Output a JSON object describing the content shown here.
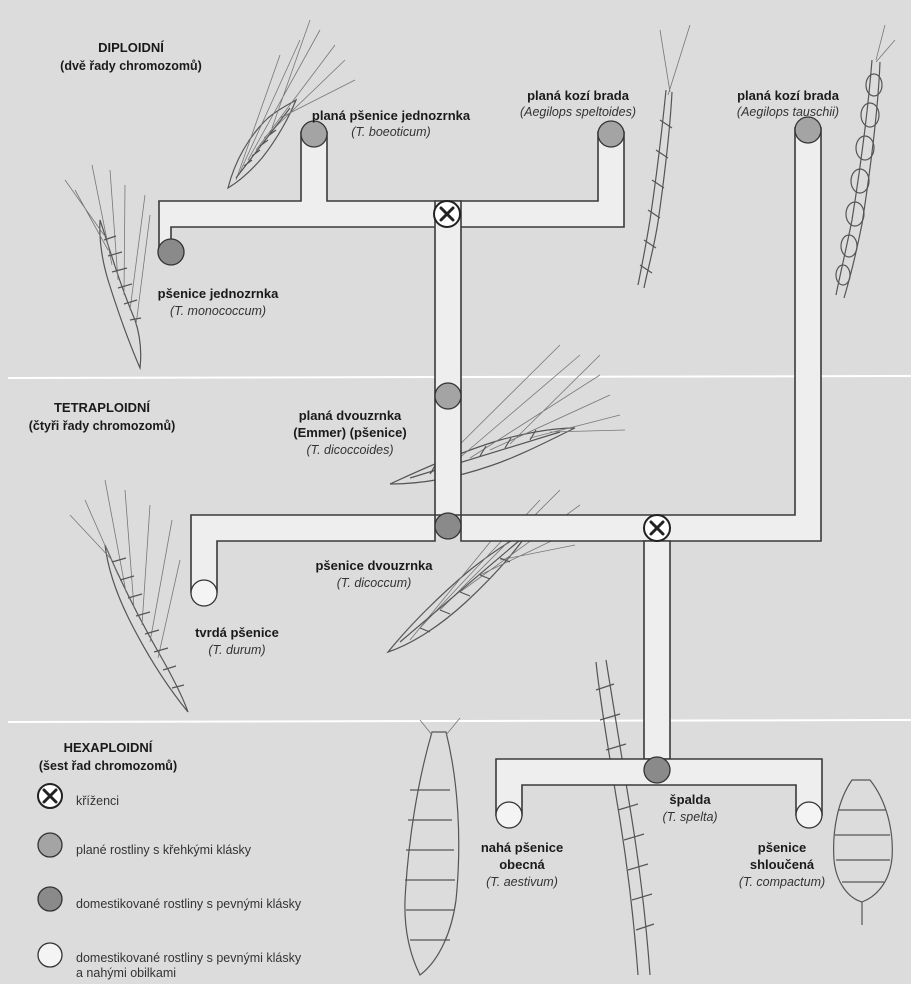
{
  "colors": {
    "background": "#dcdcdc",
    "band_line": "#ffffff",
    "pipe_fill": "#eeeeee",
    "wild_fragile": "#a4a4a4",
    "domesticated_tough": "#8a8a8a",
    "domesticated_naked": "#f4f4f4",
    "hybrid": "#ffffff"
  },
  "sections": {
    "diploid": {
      "title": "DIPLOIDNÍ",
      "subtitle": "(dvě řady chromozomů)"
    },
    "tetraploid": {
      "title": "TETRAPLOIDNÍ",
      "subtitle": "(čtyři řady chromozomů)"
    },
    "hexaploid": {
      "title": "HEXAPLOIDNÍ",
      "subtitle": "(šest řad chromozomů)"
    }
  },
  "species": {
    "boeoticum": {
      "name": "planá pšenice jednozrnka",
      "sci": "(T. boeoticum)"
    },
    "speltoides": {
      "name": "planá kozí brada",
      "sci": "(Aegilops speltoides)"
    },
    "tauschii": {
      "name": "planá kozí brada",
      "sci": "(Aegilops tauschii)"
    },
    "monococcum": {
      "name": "pšenice jednozrnka",
      "sci": "(T. monococcum)"
    },
    "dicoccoides": {
      "name": "planá dvouzrnka",
      "name2": "(Emmer) (pšenice)",
      "sci": "(T. dicoccoides)"
    },
    "dicoccum": {
      "name": "pšenice dvouzrnka",
      "sci": "(T. dicoccum)"
    },
    "durum": {
      "name": "tvrdá pšenice",
      "sci": "(T. durum)"
    },
    "spelta": {
      "name": "špalda",
      "sci": "(T. spelta)"
    },
    "aestivum": {
      "name": "nahá pšenice",
      "name2": "obecná",
      "sci": "(T. aestivum)"
    },
    "compactum": {
      "name": "pšenice",
      "name2": "shloučená",
      "sci": "(T. compactum)"
    }
  },
  "legend": {
    "hybrids": "kříženci",
    "wild": "plané rostliny s křehkými klásky",
    "domesticated": "domestikované rostliny s pevnými klásky",
    "naked_line1": "domestikované rostliny s pevnými klásky",
    "naked_line2": "a nahými obilkami"
  }
}
